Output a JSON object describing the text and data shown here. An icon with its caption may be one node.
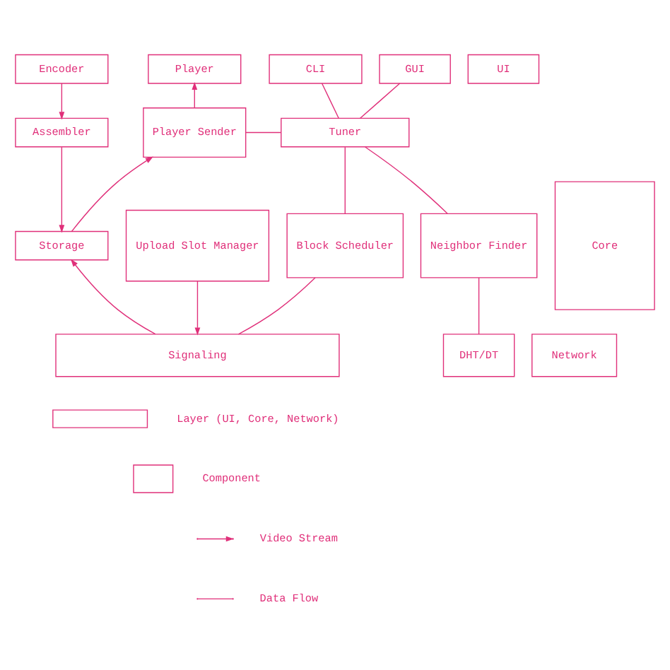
{
  "diagram": {
    "nodes": [
      {
        "text": [
          "Encoder"
        ]
      },
      {
        "text": [
          "Player"
        ]
      },
      {
        "text": [
          "CLI"
        ]
      },
      {
        "text": [
          "GUI"
        ]
      },
      {
        "text": [
          "UI"
        ]
      },
      {
        "text": [
          "Assembler"
        ]
      },
      {
        "text": [
          "Player Sender"
        ]
      },
      {
        "text": [
          "Tuner"
        ]
      },
      {
        "text": [
          "Core"
        ]
      },
      {
        "text": [
          "Storage"
        ]
      },
      {
        "text": [
          "Upload Slot Manager"
        ]
      },
      {
        "text": [
          "Block Scheduler"
        ]
      },
      {
        "text": [
          "Neighbor Finder"
        ]
      },
      {
        "text": [
          "Signaling"
        ]
      },
      {
        "text": [
          "DHT/DT"
        ]
      },
      {
        "text": [
          "Network"
        ]
      }
    ],
    "edges": [
      {
        "from": 0,
        "to": 5,
        "arrow": "to"
      },
      {
        "from": 5,
        "to": 9,
        "arrow": "to"
      },
      {
        "from": 9,
        "to": 6,
        "arrow": "to"
      },
      {
        "from": 6,
        "to": 1,
        "arrow": "to"
      },
      {
        "from": 6,
        "to": 7,
        "arrow": "none"
      },
      {
        "from": 2,
        "to": 7,
        "arrow": "none"
      },
      {
        "from": 3,
        "to": 7,
        "arrow": "none"
      },
      {
        "from": 7,
        "to": 11,
        "arrow": "none"
      },
      {
        "from": 7,
        "to": 12,
        "arrow": "none"
      },
      {
        "from": 10,
        "to": 13,
        "arrow": "to"
      },
      {
        "from": 13,
        "to": 9,
        "arrow": "to"
      },
      {
        "from": 11,
        "to": 13,
        "arrow": "none"
      },
      {
        "from": 12,
        "to": 14,
        "arrow": "none"
      }
    ],
    "legend": [
      {
        "text": "Layer (UI, Core, Network)"
      },
      {
        "text": "Component"
      },
      {
        "text": "Video Stream"
      },
      {
        "text": "Data Flow"
      }
    ]
  }
}
